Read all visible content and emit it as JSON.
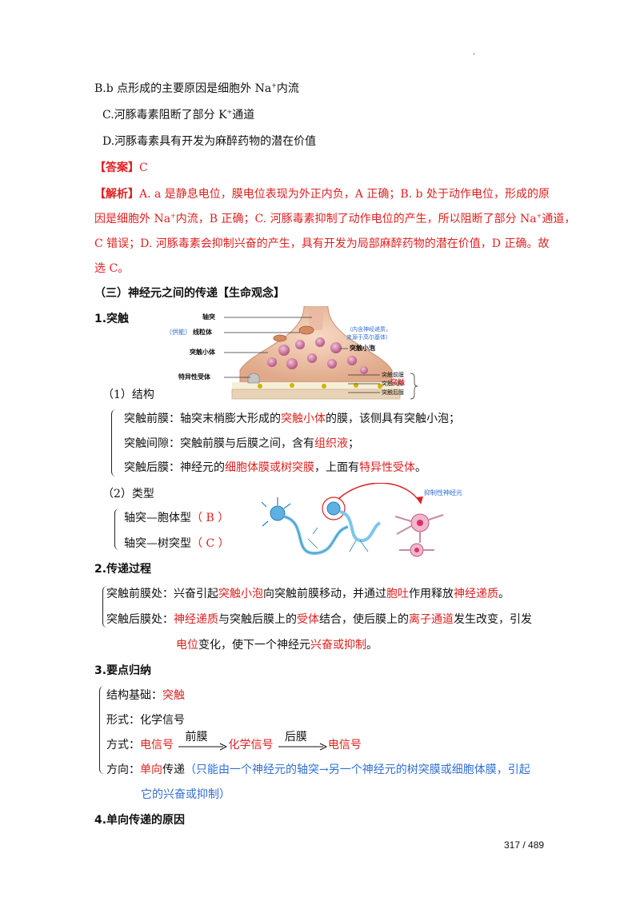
{
  "dot": ".",
  "options": {
    "B": {
      "pre": "B.b 点形成的主要原因是细胞外 Na",
      "sup": "+",
      "post": "内流"
    },
    "C": {
      "pre": "C.河豚毒素阻断了部分 K",
      "sup": "+",
      "post": "通道"
    },
    "D": "D.河豚毒素具有开发为麻醉药物的潜在价值"
  },
  "answer": {
    "label": "【答案】",
    "value": "C"
  },
  "analysis": {
    "label": "【解析】",
    "line1": "A. a 是静息电位，膜电位表现为外正内负，A 正确；B. b 处于动作电位，形成的原",
    "line2_pre": "因是细胞外 Na",
    "line2_sup1": "+",
    "line2_mid": "内流，B 正确；C. 河豚毒素抑制了动作电位的产生，所以阻断了部分 Na",
    "line2_sup2": "+",
    "line2_post": "通道，",
    "line3": "C 错误；D. 河豚毒素会抑制兴奋的产生，具有开发为局部麻醉药物的潜在价值，D 正确。故",
    "line4": "选 C。"
  },
  "section_title": "（三）神经元之间的传递【生命观念】",
  "s1": {
    "title": "1.突触",
    "diagram_labels": {
      "axon": "轴突",
      "supply": "（供能）",
      "mito": "线粒体",
      "knob": "突触小体",
      "receptor": "特异性受体",
      "note1": "（内含神经递质，",
      "note2": "来源于高尔基体）",
      "vesicle": "突触小泡",
      "pre": "突触前膜",
      "cleft": "突触间隙",
      "post": "突触后膜",
      "synapse": "突触"
    },
    "structure_heading": "（1）结构",
    "pre_membrane": {
      "a": "突触前膜：轴突末梢膨大形成的",
      "b": "突触小体",
      "c": "的膜，该侧具有突触小泡；"
    },
    "cleft": {
      "a": "突触间隙：突触前膜与后膜之间，含有",
      "b": "组织液",
      "c": "；"
    },
    "post_membrane": {
      "a": "突触后膜：神经元的",
      "b": "细胞体膜或树突膜",
      "c": "，上面有",
      "d": "特异性受体",
      "e": "。"
    },
    "type_heading": "（2）类型",
    "type1": {
      "a": "轴突—胞体型",
      "b": "（ B ）"
    },
    "type2": {
      "a": "轴突—树突型",
      "b": "（ C ）"
    },
    "neuron_label": "抑制性神经元"
  },
  "s2": {
    "title": "2.传递过程",
    "pre": {
      "a": "突触前膜处：兴奋引起",
      "b": "突触小泡",
      "c": "向突触前膜移动，并通过",
      "d": "胞吐",
      "e": "作用释放",
      "f": "神经递质",
      "g": "。"
    },
    "post": {
      "a": "突触后膜处：",
      "b": "神经递质",
      "c": "与突触后膜上的",
      "d": "受体",
      "e": "结合，使后膜上的",
      "f": "离子通道",
      "g": "发生改变，引发"
    },
    "post2": {
      "a": "电位",
      "b": "变化，使下一个神经元",
      "c": "兴奋或抑制",
      "d": "。"
    }
  },
  "s3": {
    "title": "3.要点归纳",
    "basis": {
      "a": "结构基础：",
      "b": "突触"
    },
    "form": "形式：化学信号",
    "mode": {
      "a": "方式：",
      "b": "电信号",
      "c": "前膜",
      "d": "化学信号",
      "e": "后膜",
      "f": "电信号"
    },
    "direction": {
      "a": "方向：",
      "b": "单向",
      "c": "传递",
      "d": "（只能由一个神经元的轴突→另一个神经元的树突膜或细胞体膜，引起",
      "e": "它的兴奋或抑制）"
    }
  },
  "s4": {
    "title": "4.单向传递的原因"
  },
  "page_number": "317 / 489",
  "colors": {
    "red": "#e02020",
    "blue": "#2f6fd6"
  }
}
